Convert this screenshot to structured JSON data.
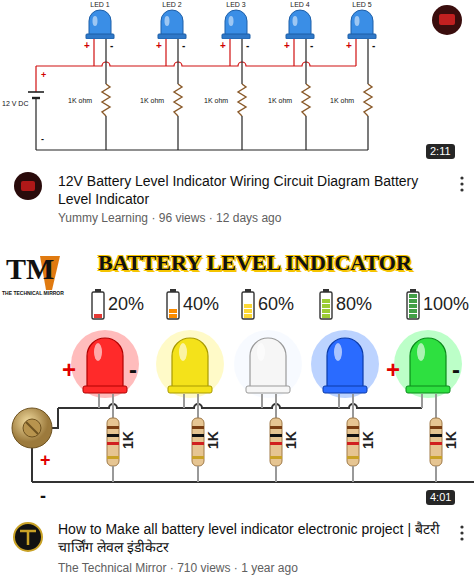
{
  "diagram": {
    "nodes": [
      {
        "text": [
          "LED 1"
        ]
      },
      {
        "text": [
          "LED 2"
        ]
      },
      {
        "text": [
          "LED 3"
        ]
      },
      {
        "text": [
          "LED 4"
        ]
      },
      {
        "text": [
          "LED 5"
        ]
      },
      {
        "text": [
          "20%"
        ]
      },
      {
        "text": [
          "40%"
        ]
      },
      {
        "text": [
          "60%"
        ]
      },
      {
        "text": [
          "80%"
        ]
      },
      {
        "text": [
          "100%"
        ]
      }
    ],
    "labels": [
      "+",
      "-",
      "+",
      "-",
      "+",
      "-",
      "+",
      "-",
      "+",
      "-",
      "12 V DC",
      "+",
      "-",
      "1K ohm",
      "1K ohm",
      "1K ohm",
      "1K ohm",
      "1K ohm",
      "2:11",
      "12V Battery Level Indicator Wiring Circuit Diagram Battery Level Indicator",
      "Yummy Learning · 96 views · 12 days ago",
      "TM",
      "THE TECHNICAL MIRROR",
      "BATTERY LEVEL INDICATOR",
      "+",
      "-",
      "+",
      "-",
      "+",
      "-",
      "1K",
      "1K",
      "1K",
      "1K",
      "1K",
      "4:01",
      "How to Make all battery level indicator electronic project | बैटरी चार्जिंग लेवल इंडीकेटर",
      "The Technical Mirror · 710 views · 1 year ago"
    ]
  }
}
